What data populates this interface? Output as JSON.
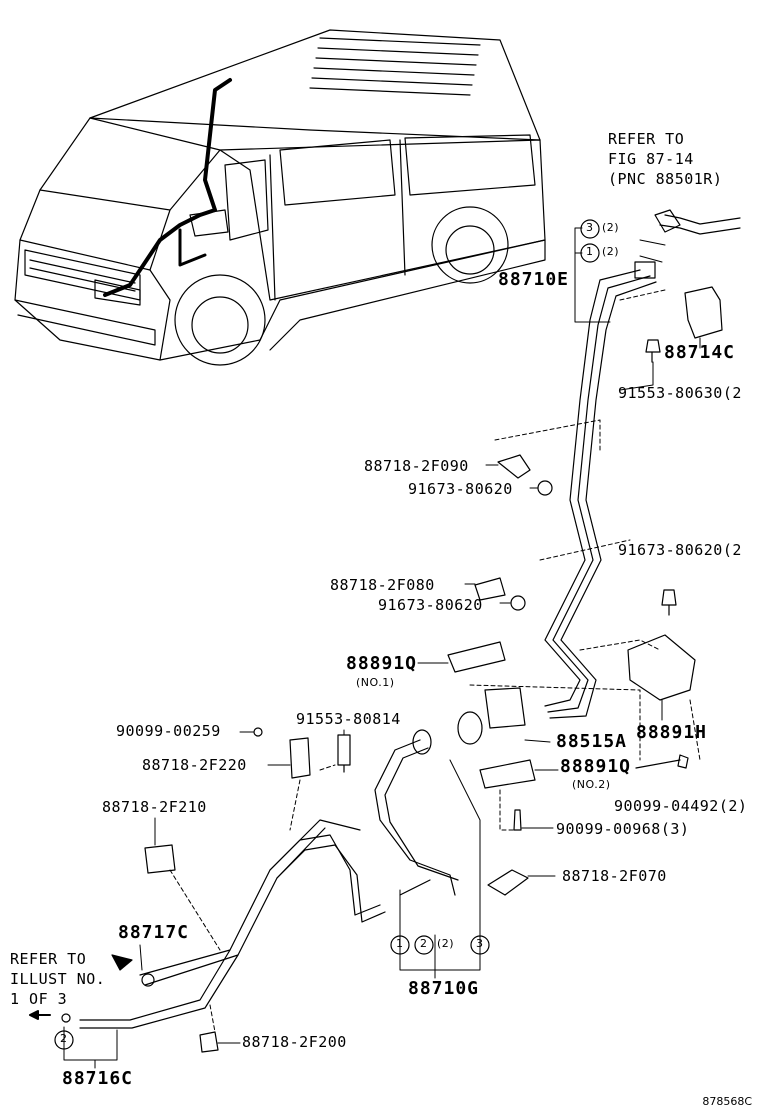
{
  "refs": {
    "fig_line1": "REFER TO",
    "fig_line2": "FIG 87-14",
    "fig_line3": "(PNC 88501R)",
    "illust_line1": "REFER TO",
    "illust_line2": "ILLUST NO.",
    "illust_line3": "1 OF 3"
  },
  "parts": {
    "p88710E": "88710E",
    "p88714C": "88714C",
    "p91553_80630": "91553-80630(2",
    "p88718_2F090": "88718-2F090",
    "p91673_80620_a": "91673-80620",
    "p91673_80620_b": "91673-80620(2",
    "p88718_2F080": "88718-2F080",
    "p91673_80620_c": "91673-80620",
    "p88891Q_1": "88891Q",
    "no1": "(NO.1)",
    "p90099_00259": "90099-00259",
    "p91553_80814": "91553-80814",
    "p88718_2F220": "88718-2F220",
    "p88515A": "88515A",
    "p88891H": "88891H",
    "p88891Q_2": "88891Q",
    "no2": "(NO.2)",
    "p90099_04492": "90099-04492(2)",
    "p88718_2F210": "88718-2F210",
    "p90099_00968": "90099-00968(3)",
    "p88718_2F070": "88718-2F070",
    "p88717C": "88717C",
    "p88710G": "88710G",
    "p88718_2F200": "88718-2F200",
    "p88716C": "88716C"
  },
  "callouts": {
    "c1": "1",
    "c2": "2",
    "c3": "3",
    "qty2": "(2)"
  },
  "diagram_code": "878568C"
}
